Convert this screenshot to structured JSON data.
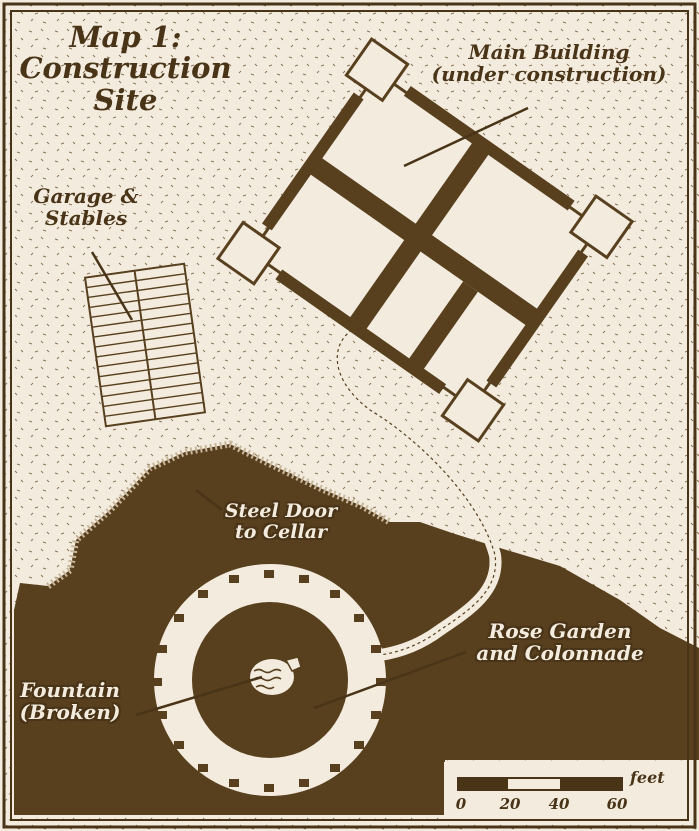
{
  "title": [
    "Map 1:",
    "Construction",
    "Site"
  ],
  "labels": {
    "main_building": [
      "Main Building",
      "(under construction)"
    ],
    "garage": [
      "Garage &",
      "Stables"
    ],
    "steel_door": [
      "Steel Door",
      "to Cellar"
    ],
    "rose_garden": [
      "Rose Garden",
      "and Colonnade"
    ],
    "fountain": [
      "Fountain",
      "(Broken)"
    ]
  },
  "scale": {
    "unit": "feet",
    "ticks": [
      "0",
      "20",
      "40",
      "60"
    ]
  },
  "colors": {
    "paper": "#f3ecde",
    "ink": "#4a3418",
    "ground": "#58401f"
  }
}
